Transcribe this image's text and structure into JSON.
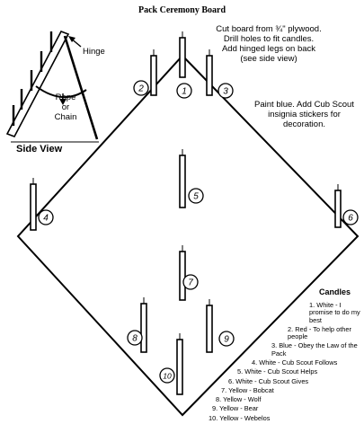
{
  "title": "Pack Ceremony Board",
  "instructions": [
    "Cut board from ¾\" plywood.",
    "Drill holes to fit candles.",
    "Add hinged legs on back",
    "(see side view)"
  ],
  "paint_note": [
    "Paint blue.  Add Cub Scout",
    "insignia stickers for",
    "decoration."
  ],
  "side_view": {
    "label": "Side View",
    "hinge_label": "Hinge",
    "rope_label": [
      "Rope or",
      "Chain"
    ]
  },
  "candle_numbers": [
    "1",
    "2",
    "3",
    "4",
    "5",
    "6",
    "7",
    "8",
    "9",
    "10"
  ],
  "candles_legend": {
    "title": "Candles",
    "items": [
      {
        "text": "1. White - I promise to do my best",
        "indent": false
      },
      {
        "text": "2. Red - To help other people",
        "indent": false
      },
      {
        "text": "3. Blue - Obey the Law of the Pack",
        "indent": false
      },
      {
        "text": "4. White - Cub Scout Follows",
        "indent": false
      },
      {
        "text": "5. White - Cub Scout Helps",
        "indent": false
      },
      {
        "text": "6. White - Cub Scout Gives",
        "indent": false
      },
      {
        "text": "7. Yellow - Bobcat",
        "indent": false
      },
      {
        "text": "8. Yellow - Wolf",
        "indent": false
      },
      {
        "text": "9. Yellow - Bear",
        "indent": false
      },
      {
        "text": "10. Yellow - Webelos",
        "indent": false
      }
    ]
  }
}
